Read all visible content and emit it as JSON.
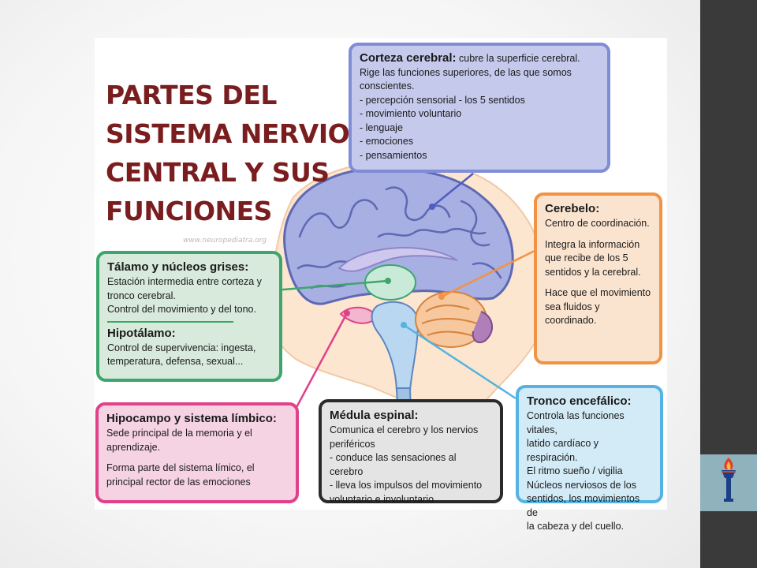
{
  "title": {
    "lines": [
      "PARTES DEL",
      "SISTEMA NERVIOSO",
      "CENTRAL Y SUS",
      "FUNCIONES"
    ]
  },
  "watermark": "www.neuropediatra.org",
  "boxes": {
    "corteza": {
      "heading": "Corteza cerebral:",
      "heading_rest": "cubre la superficie cerebral.",
      "lines": [
        "Rige las funciones superiores, de las que somos",
        "conscientes.",
        "- percepción sensorial - los 5 sentidos",
        "- movimiento voluntario",
        "- lenguaje",
        "- emociones",
        "- pensamientos"
      ]
    },
    "cerebelo": {
      "heading": "Cerebelo:",
      "lines": [
        "Centro de coordinación.",
        "Integra la información",
        "que recibe de los 5",
        "sentidos y la cerebral.",
        "Hace que el movimiento",
        "sea fluidos y coordinado."
      ]
    },
    "talamo": {
      "heading": "Tálamo y núcleos grises:",
      "lines": [
        "Estación intermedia entre corteza y",
        "tronco cerebral.",
        "Control del movimiento y del tono."
      ],
      "heading2": "Hipotálamo:",
      "lines2": [
        "Control de supervivencia: ingesta,",
        "temperatura, defensa, sexual..."
      ]
    },
    "hipocampo": {
      "heading": "Hipocampo y sistema límbico:",
      "lines": [
        "Sede principal de la memoria y el",
        "aprendizaje.",
        "Forma parte del sistema límico, el",
        "principal rector de las emociones"
      ]
    },
    "medula": {
      "heading": "Médula espinal:",
      "lines": [
        "Comunica el cerebro y los nervios",
        "periféricos",
        "- conduce las sensaciones al cerebro",
        "- lleva los impulsos del movimiento",
        "voluntario e involuntario"
      ]
    },
    "tronco": {
      "heading": "Tronco encefálico:",
      "lines": [
        "Controla las funciones vitales,",
        "latido cardíaco y respiración.",
        "El ritmo sueño / vigilia",
        "Núcleos nerviosos de los",
        "sentidos, los movimientos de",
        "la cabeza y del cuello."
      ]
    }
  },
  "colors": {
    "title": "#7a1d1f",
    "corteza": "#7f8cd6",
    "cerebelo": "#f19344",
    "talamo": "#3da66b",
    "hipocampo": "#e0418a",
    "medula": "#2a2a2a",
    "tronco": "#54b3e2"
  },
  "icons": [
    "brain-illustration",
    "torch-logo-icon"
  ]
}
